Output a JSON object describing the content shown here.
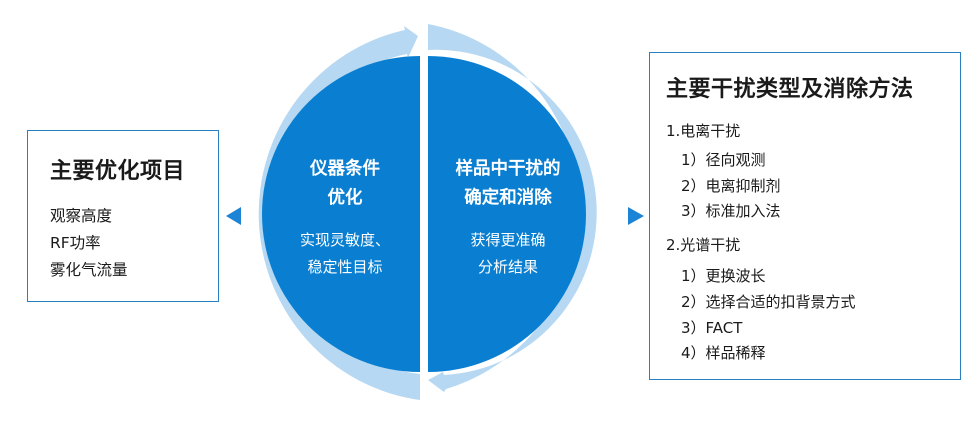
{
  "left_panel": {
    "title": "主要优化项目",
    "items": [
      "观察高度",
      "RF功率",
      "雾化气流量"
    ]
  },
  "center": {
    "left_half": {
      "title_lines": [
        "仪器条件",
        "优化"
      ],
      "sub_lines": [
        "实现灵敏度、",
        "稳定性目标"
      ]
    },
    "right_half": {
      "title_lines": [
        "样品中干扰的",
        "确定和消除"
      ],
      "sub_lines": [
        "获得更准确",
        "分析结果"
      ]
    }
  },
  "right_panel": {
    "title": "主要干扰类型及消除方法",
    "sections": [
      {
        "heading": "1.电离干扰",
        "items": [
          "1）径向观测",
          "2）电离抑制剂",
          "3）标准加入法"
        ]
      },
      {
        "heading": "2.光谱干扰",
        "items": [
          "1）更换波长",
          "2）选择合适的扣背景方式",
          "3）FACT",
          "4）样品稀释"
        ]
      }
    ]
  },
  "colors": {
    "dark_blue": "#0a7fd1",
    "light_blue": "#b6d8f2",
    "border_blue": "#2a7fc1",
    "arrow_blue": "#1c84d6"
  }
}
